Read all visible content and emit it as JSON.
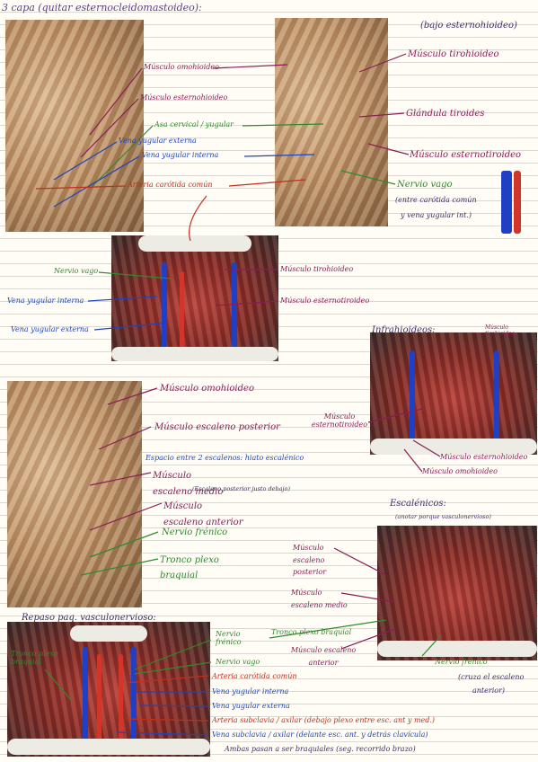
{
  "header": {
    "title": "3 capa (quitar esternocleidomastoideo):",
    "subtitle_bajo": "(bajo esternohioideo)"
  },
  "sec1": {
    "musculo_omohioideo": "Músculo omohioideo",
    "musculo_esternohioideo": "Músculo esternohioideo",
    "asa_cervical": "Asa cervical / yugular",
    "vena_yugular_externa": "Vena yugular externa",
    "vena_yugular_interna": "Vena yugular interna",
    "arteria_carotida_comun": "Arteria carótida común",
    "musculo_tirohioideo": "Músculo tirohioideo",
    "glandula_tiroides": "Glándula tiroides",
    "musculo_esternotiroideo": "Músculo esternotiroideo",
    "nervio_vago": "Nervio vago",
    "nervio_vago_note1": "(entre carótida común",
    "nervio_vago_note2": "y vena yugular int.)"
  },
  "sec2": {
    "nervio_vago": "Nervio vago",
    "vena_yugular_interna": "Vena yugular interna",
    "vena_yugular_externa": "Vena yugular externa",
    "musculo_tirohioideo": "Músculo tirohioideo",
    "musculo_esternotiroideo": "Músculo esternotiroideo",
    "infrahioideos": "Infrahioideos:",
    "musculo_tirohioideo_small": "Músculo tirohioideo",
    "musculo_esternotiroideo_2": "Músculo esternotiroideo",
    "musculo_esternohioideo": "Músculo esternohioideo",
    "musculo_omohioideo": "Músculo omohioideo"
  },
  "sec3": {
    "musculo_omohioideo": "Músculo omohioideo",
    "musculo_escaleno_posterior": "Músculo escaleno posterior",
    "espacio_title": "Espacio entre 2 escalenos: hiato escalénico",
    "musculo_escaleno_medio": "Músculo escaleno medio",
    "escaleno_posterior_note": "(Escaleno posterior justo debajo)",
    "musculo_escaleno_anterior": "Músculo escaleno anterior",
    "nervio_frenico": "Nervio frénico",
    "tronco_plexo_braquial": "Tronco plexo braquial",
    "escalenicos": "Escalénicos:",
    "escalenicos_note": "(anotar porque vasculonervioso)",
    "musculo_escaleno_posterior_r": "Músculo escaleno posterior",
    "musculo_escaleno_medio_r": "Músculo escaleno medio"
  },
  "sec4": {
    "repaso": "Repaso paq. vasculonervioso:",
    "tronco_plexo_braquial_l": "Tronco plexo braquial",
    "nervio_frenico": "Nervio frénico",
    "nervio_vago": "Nervio vago",
    "arteria_carotida_comun": "Arteria carótida común",
    "vena_yugular_interna": "Vena yugular interna",
    "vena_yugular_externa": "Vena yugular externa",
    "arteria_subclavia": "Arteria subclavia / axilar (debajo plexo entre esc. ant y med.)",
    "vena_subclavia": "Vena subclavia / axilar (delante esc. ant. y detrás clavícula)",
    "ambas_pasan": "Ambas pasan a ser braquiales (seg. recorrido brazo)",
    "tronco_plexo_braquial_r": "Tronco plexo braquial",
    "musculo_escaleno_anterior": "Músculo escaleno anterior",
    "nervio_frenico_r": "Nervio frénico",
    "nervio_frenico_note1": "(cruza el escaleno",
    "nervio_frenico_note2": "anterior)"
  },
  "colors": {
    "purple": "#8a1c55",
    "red": "#c22f1c",
    "green": "#2f8a2a",
    "blue": "#1e45b8"
  }
}
